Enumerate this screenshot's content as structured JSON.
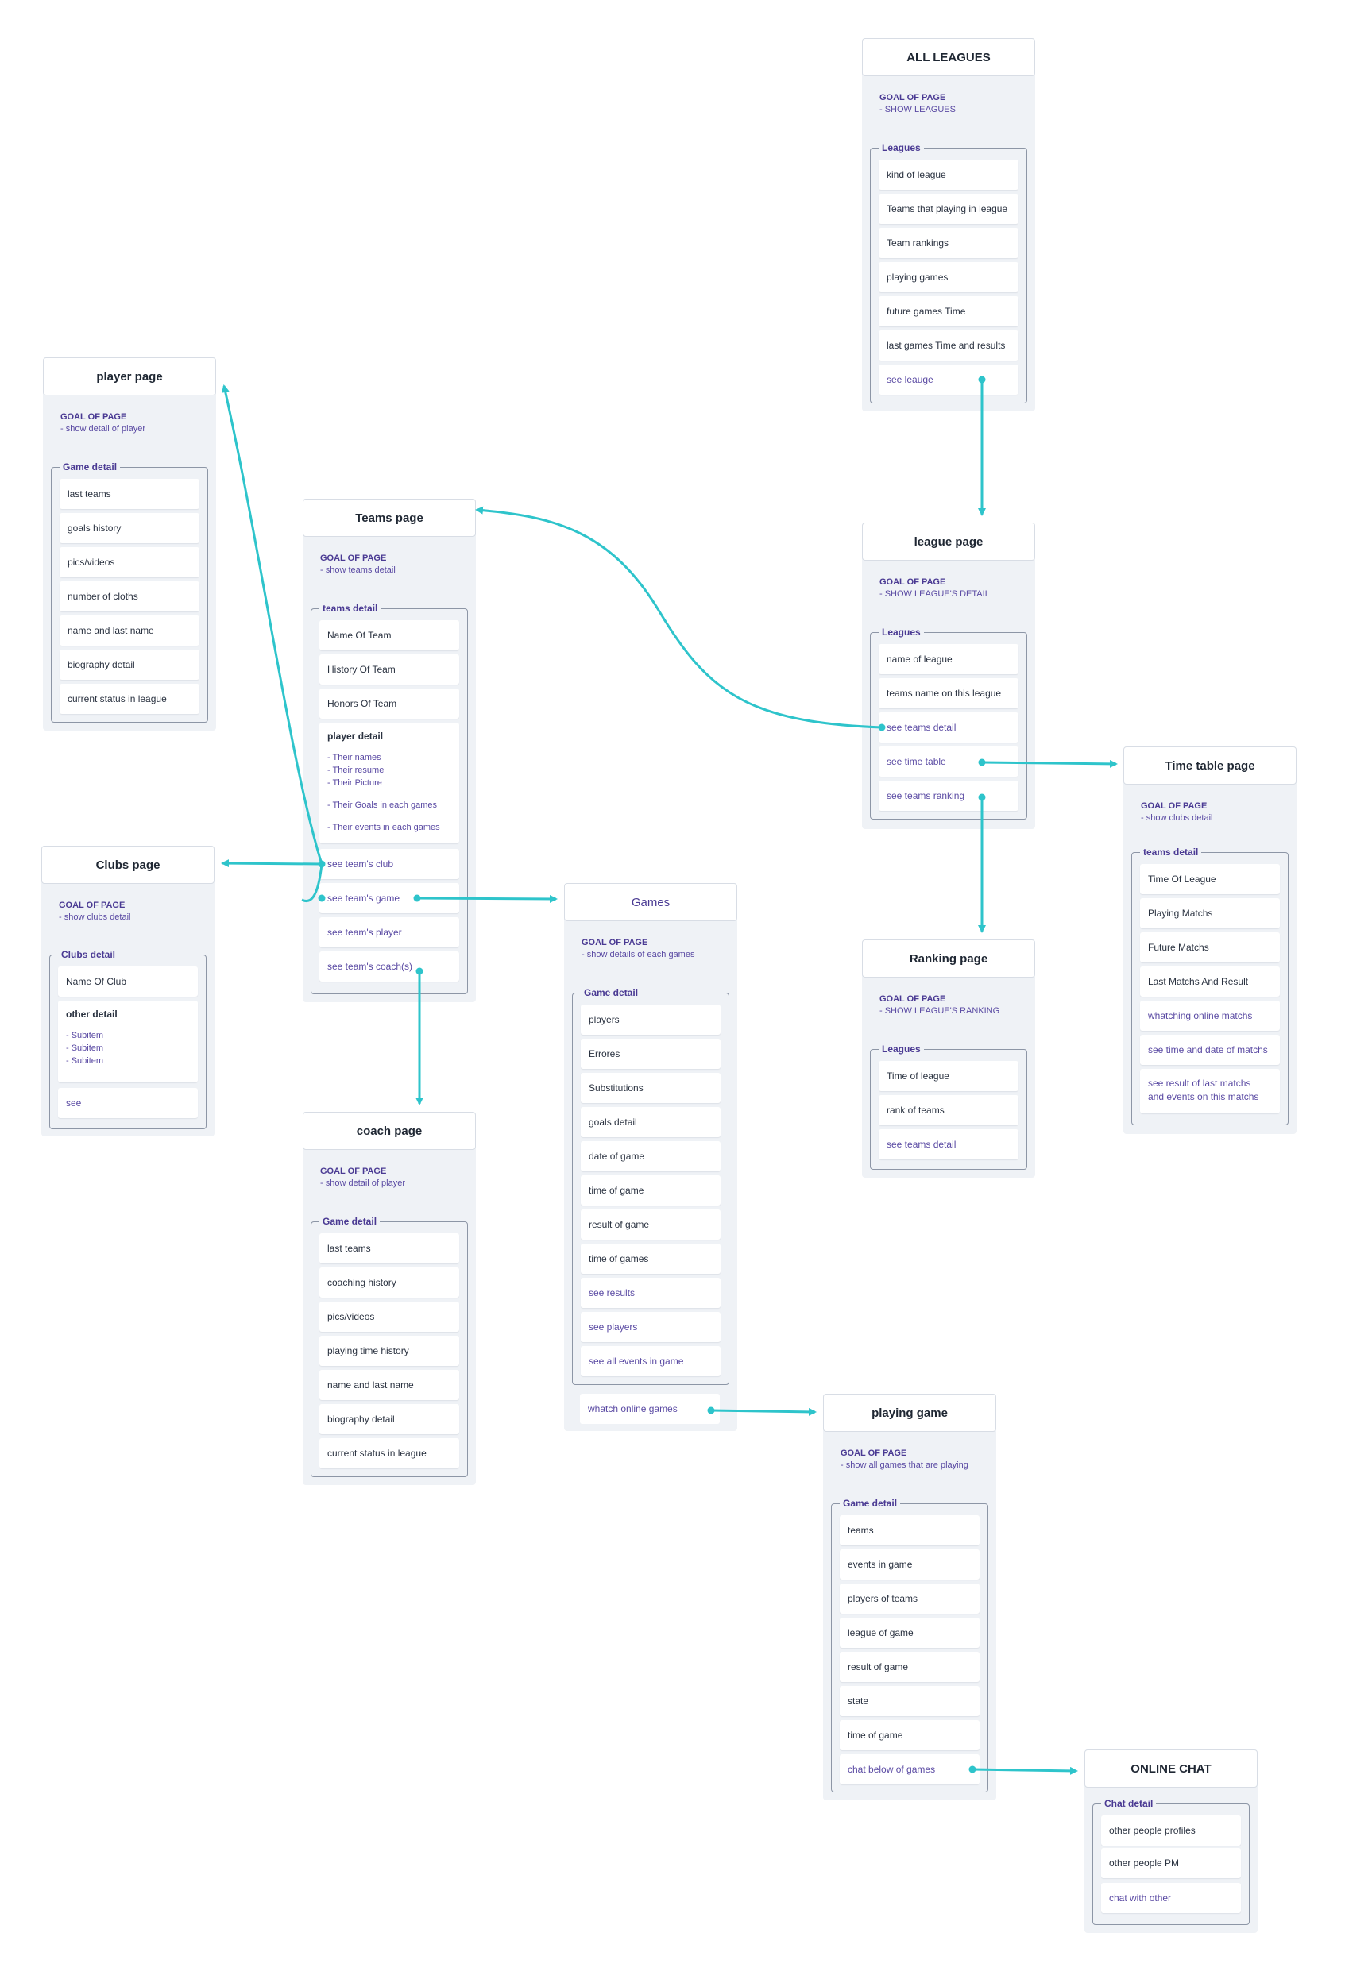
{
  "goal_label": "GOAL OF PAGE",
  "all_leagues": {
    "title": "ALL LEAGUES",
    "goal": "- SHOW LEAGUES",
    "section": "Leagues",
    "items": [
      "kind of league",
      "Teams that playing in league",
      "Team rankings",
      "playing games",
      "future games Time",
      "last games Time and results",
      "see leauge"
    ]
  },
  "league": {
    "title": "league page",
    "goal": "- SHOW LEAGUE'S DETAIL",
    "section": "Leagues",
    "items": [
      "name of league",
      "teams name on this league",
      "see teams detail",
      "see time table",
      "see teams ranking"
    ]
  },
  "ranking": {
    "title": "Ranking page",
    "goal": "- SHOW LEAGUE'S RANKING",
    "section": "Leagues",
    "items": [
      "Time of league",
      "rank of teams",
      "see teams detail"
    ]
  },
  "timetable": {
    "title": "Time table page",
    "goal": "- show clubs detail",
    "section": "teams detail",
    "items": [
      "Time Of League",
      "Playing Matchs",
      "Future Matchs",
      "Last Matchs And Result",
      "whatching online matchs",
      "see time and date of matchs",
      "see result of last matchs",
      "and events on this matchs"
    ]
  },
  "player": {
    "title": "player page",
    "goal": "- show detail of player",
    "section": "Game  detail",
    "items": [
      "last teams",
      "goals history",
      "pics/videos",
      "number of cloths",
      "name and last name",
      "biography detail",
      "current status in league"
    ]
  },
  "teams": {
    "title": "Teams page",
    "goal": "- show teams detail",
    "section": "teams detail",
    "items": [
      "Name Of Team",
      "History Of Team",
      "Honors Of Team"
    ],
    "player_detail": {
      "title": "player detail",
      "subs": [
        "- Their names",
        "- Their resume",
        "- Their Picture",
        "- Their Goals in each games",
        "- Their events in each games"
      ]
    },
    "links": [
      "see team's club",
      "see team's game",
      "see team's player",
      "see team's coach(s)"
    ]
  },
  "clubs": {
    "title": "Clubs page",
    "goal": "- show clubs detail",
    "section": "Clubs detail",
    "items": [
      "Name Of Club"
    ],
    "other_detail": {
      "title": "other detail",
      "subs": [
        "- Subitem",
        "- Subitem",
        "- Subitem"
      ]
    },
    "links": [
      "see"
    ]
  },
  "coach": {
    "title": "coach page",
    "goal": "- show detail of player",
    "section": "Game  detail",
    "items": [
      "last teams",
      "coaching history",
      "pics/videos",
      "playing time history",
      "name and last name",
      "biography detail",
      "current status in league"
    ]
  },
  "games": {
    "title": "Games",
    "goal": "- show details of each games",
    "section": "Game  detail",
    "items": [
      "players",
      "Errores",
      "Substitutions",
      "goals detail",
      "date of game",
      "time of game",
      "result of game",
      "time of games",
      "see results",
      "see players",
      "see all events in game"
    ],
    "extra": "whatch online games"
  },
  "playing": {
    "title": "playing game",
    "goal": "- show all games that are playing",
    "section": "Game  detail",
    "items": [
      "teams",
      "events in game",
      "players of teams",
      "league of game",
      "result of game",
      "state",
      "time of game",
      "chat below of games"
    ]
  },
  "chat": {
    "title": "ONLINE CHAT",
    "section": "Chat detail",
    "items": [
      "other people profiles",
      "other people PM",
      "chat with other"
    ]
  },
  "colors": {
    "connector": "#2ec4cb",
    "accent_text": "#4a3a93",
    "card_bg": "#eff2f6"
  }
}
